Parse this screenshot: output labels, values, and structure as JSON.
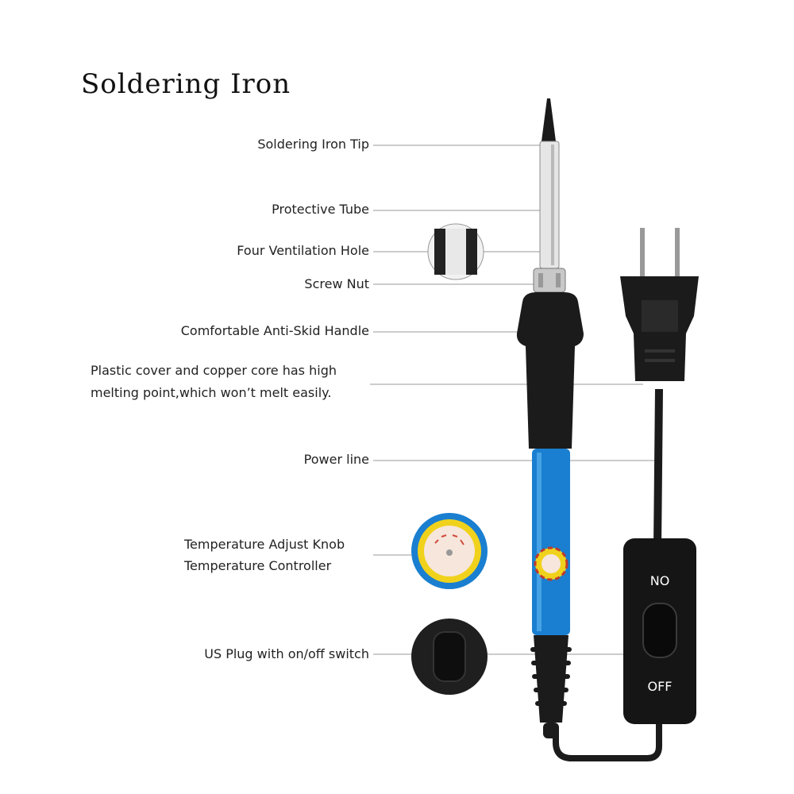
{
  "title": "Soldering Iron",
  "labels": {
    "tip": "Soldering Iron Tip",
    "tube": "Protective Tube",
    "vent": "Four Ventilation Hole",
    "nut": "Screw Nut",
    "handle": "Comfortable Anti-Skid Handle",
    "cover_line1": "Plastic cover and copper core has high",
    "cover_line2": "melting point,which won’t melt easily.",
    "power": "Power line",
    "knob_line1": "Temperature Adjust Knob",
    "knob_line2": "Temperature Controller",
    "switch": "US Plug with on/off switch"
  },
  "switch_labels": {
    "on": "NO",
    "off": "OFF"
  },
  "colors": {
    "handle": "#1b1b1b",
    "barrel": "#1a7fd0",
    "knob": "#f0d21c",
    "tube": "#e3e3e3"
  }
}
